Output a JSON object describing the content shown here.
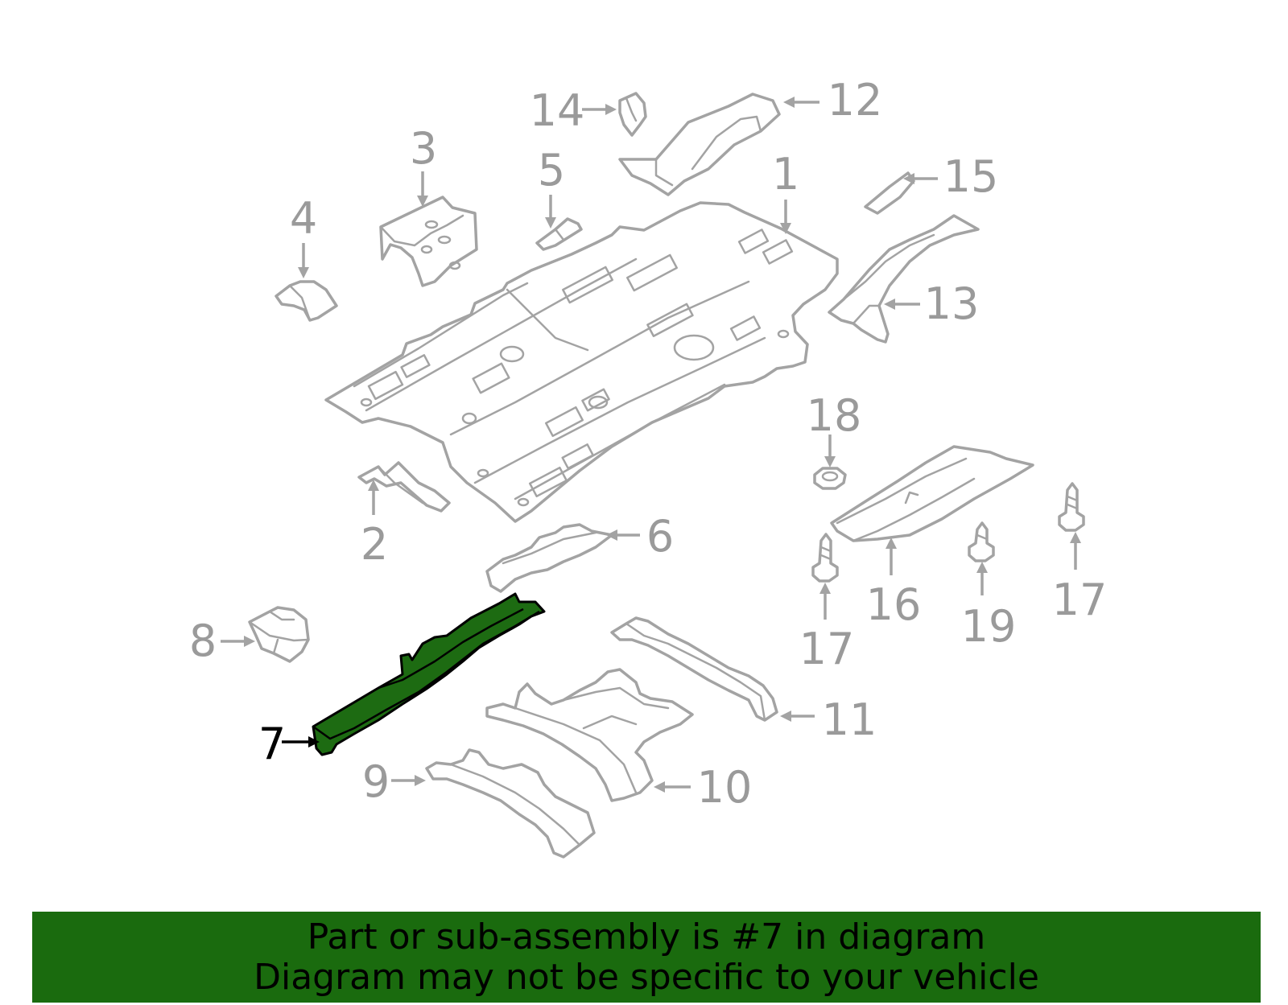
{
  "callouts": {
    "c1": "1",
    "c2": "2",
    "c3": "3",
    "c4": "4",
    "c5": "5",
    "c6": "6",
    "c7": "7",
    "c8": "8",
    "c9": "9",
    "c10": "10",
    "c11": "11",
    "c12": "12",
    "c13": "13",
    "c14": "14",
    "c15": "15",
    "c16": "16",
    "c17a": "17",
    "c17b": "17",
    "c18": "18",
    "c19": "19"
  },
  "highlighted_part": "7",
  "colors": {
    "highlight_fill": "#1d6b12",
    "banner_background": "#1a6b0e",
    "line_gray": "#a3a3a3"
  },
  "banner": {
    "line1": "Part or sub-assembly is #7 in diagram",
    "line2": "Diagram may not be specific to your vehicle"
  }
}
